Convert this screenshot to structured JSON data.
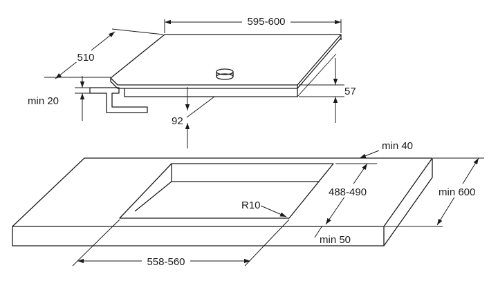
{
  "hob": {
    "width_label": "595-600",
    "depth_label": "510",
    "height_label": "57",
    "clearance_label": "min 20",
    "gap_label": "92"
  },
  "cutout": {
    "worktop_depth_label": "min 600",
    "back_margin_label": "min 40",
    "front_margin_label": "min 50",
    "cutout_depth_label": "488-490",
    "corner_radius_label": "R10",
    "cutout_width_label": "558-560"
  }
}
